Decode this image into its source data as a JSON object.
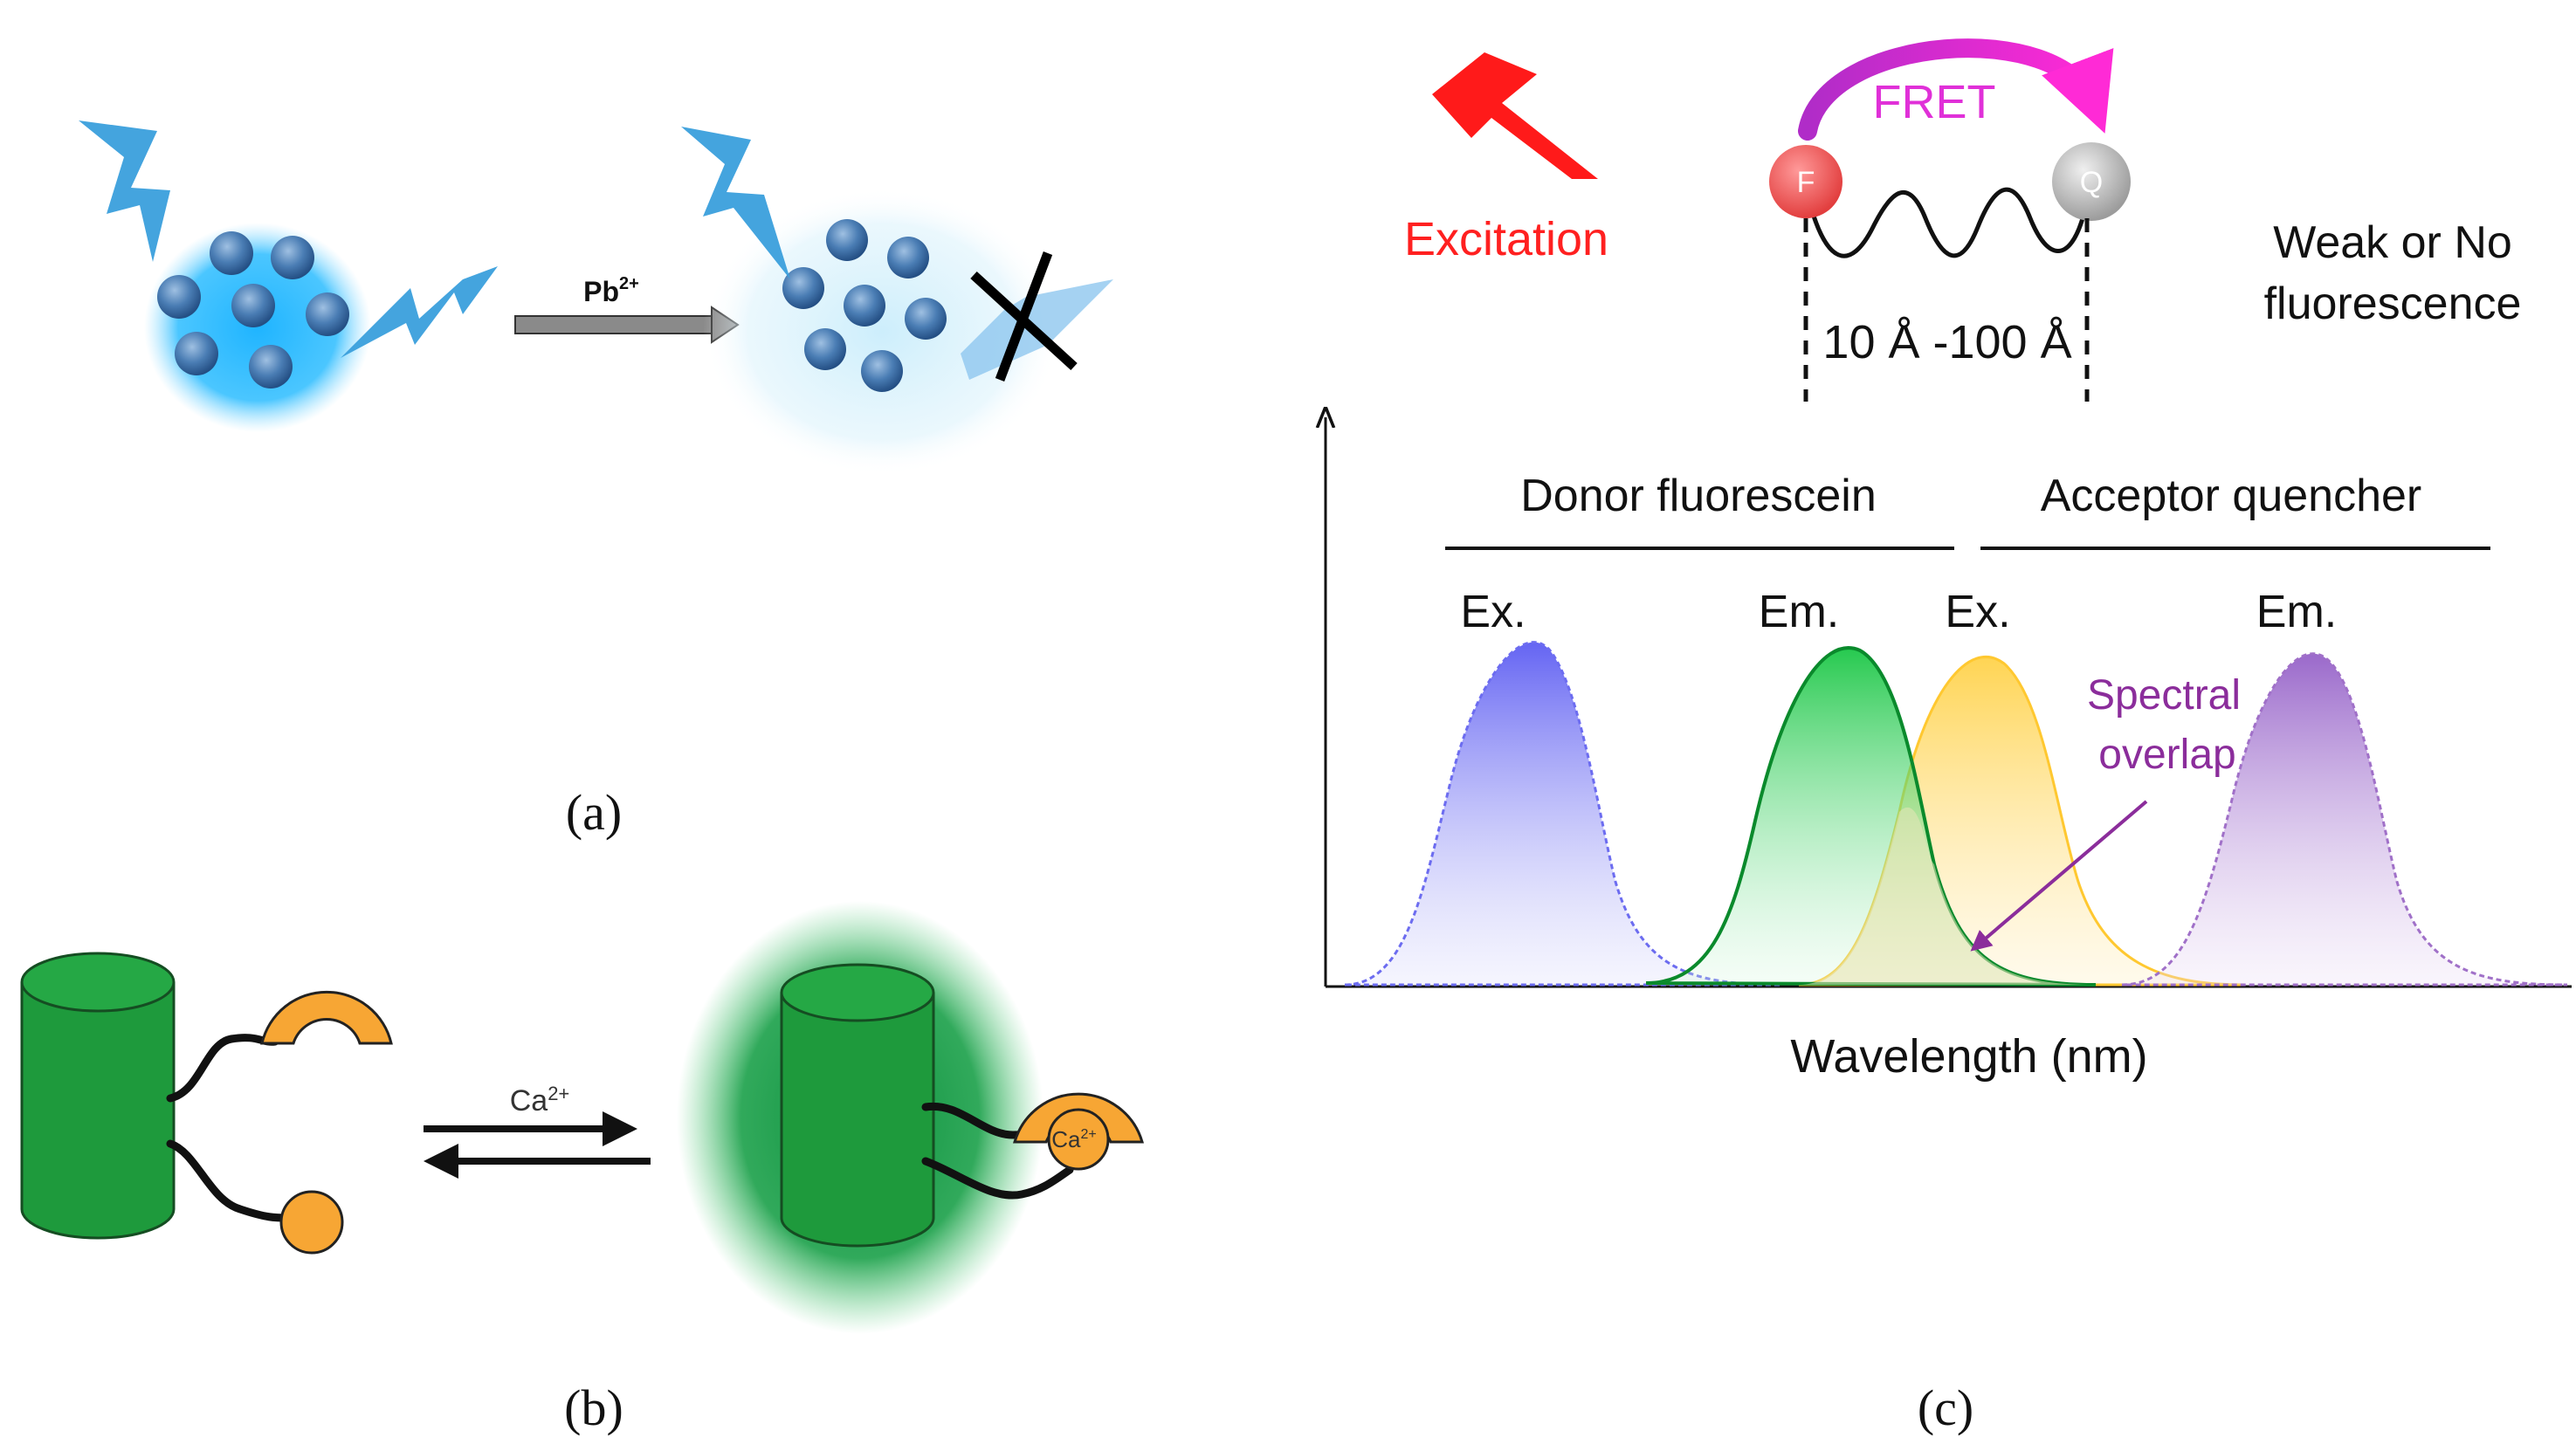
{
  "colors": {
    "blue_bolt": "#3a9fdc",
    "glow_blue": "#27b8f5",
    "dot_blue": "#3d6fa8",
    "green": "#1e9a3c",
    "orange": "#f7a634",
    "red": "#ff1a1a",
    "magenta": "#d633cc",
    "purple_text": "#8b2d9b",
    "f_circle": "#f05a5a",
    "q_circle": "#bdbdbd",
    "donor_ex": "#6c6cf0",
    "donor_em": "#10c040",
    "acceptor_ex": "#ffd45a",
    "acceptor_em": "#a070c8"
  },
  "panel_a": {
    "arrow_label_base": "Pb",
    "arrow_label_sup": "2+",
    "icons": [
      "lightning-bolt-icon",
      "quenched-cross-icon"
    ],
    "caption": "(a)"
  },
  "panel_b": {
    "arrow_label_base": "Ca",
    "arrow_label_sup": "2+",
    "bound_ion_base": "Ca",
    "bound_ion_sup": "2+",
    "caption": "(b)"
  },
  "panel_c": {
    "excitation_label": "Excitation",
    "fret_label": "FRET",
    "donor_symbol": "F",
    "quencher_symbol": "Q",
    "distance_label": "10 Å -100 Å",
    "outcome_line1": "Weak or No",
    "outcome_line2": "fluorescence",
    "donor_group": "Donor fluorescein",
    "acceptor_group": "Acceptor quencher",
    "peak_labels": [
      "Ex.",
      "Em.",
      "Ex.",
      "Em."
    ],
    "overlap_line1": "Spectral",
    "overlap_line2": "overlap",
    "xlabel": "Wavelength (nm)",
    "caption": "(c)"
  }
}
